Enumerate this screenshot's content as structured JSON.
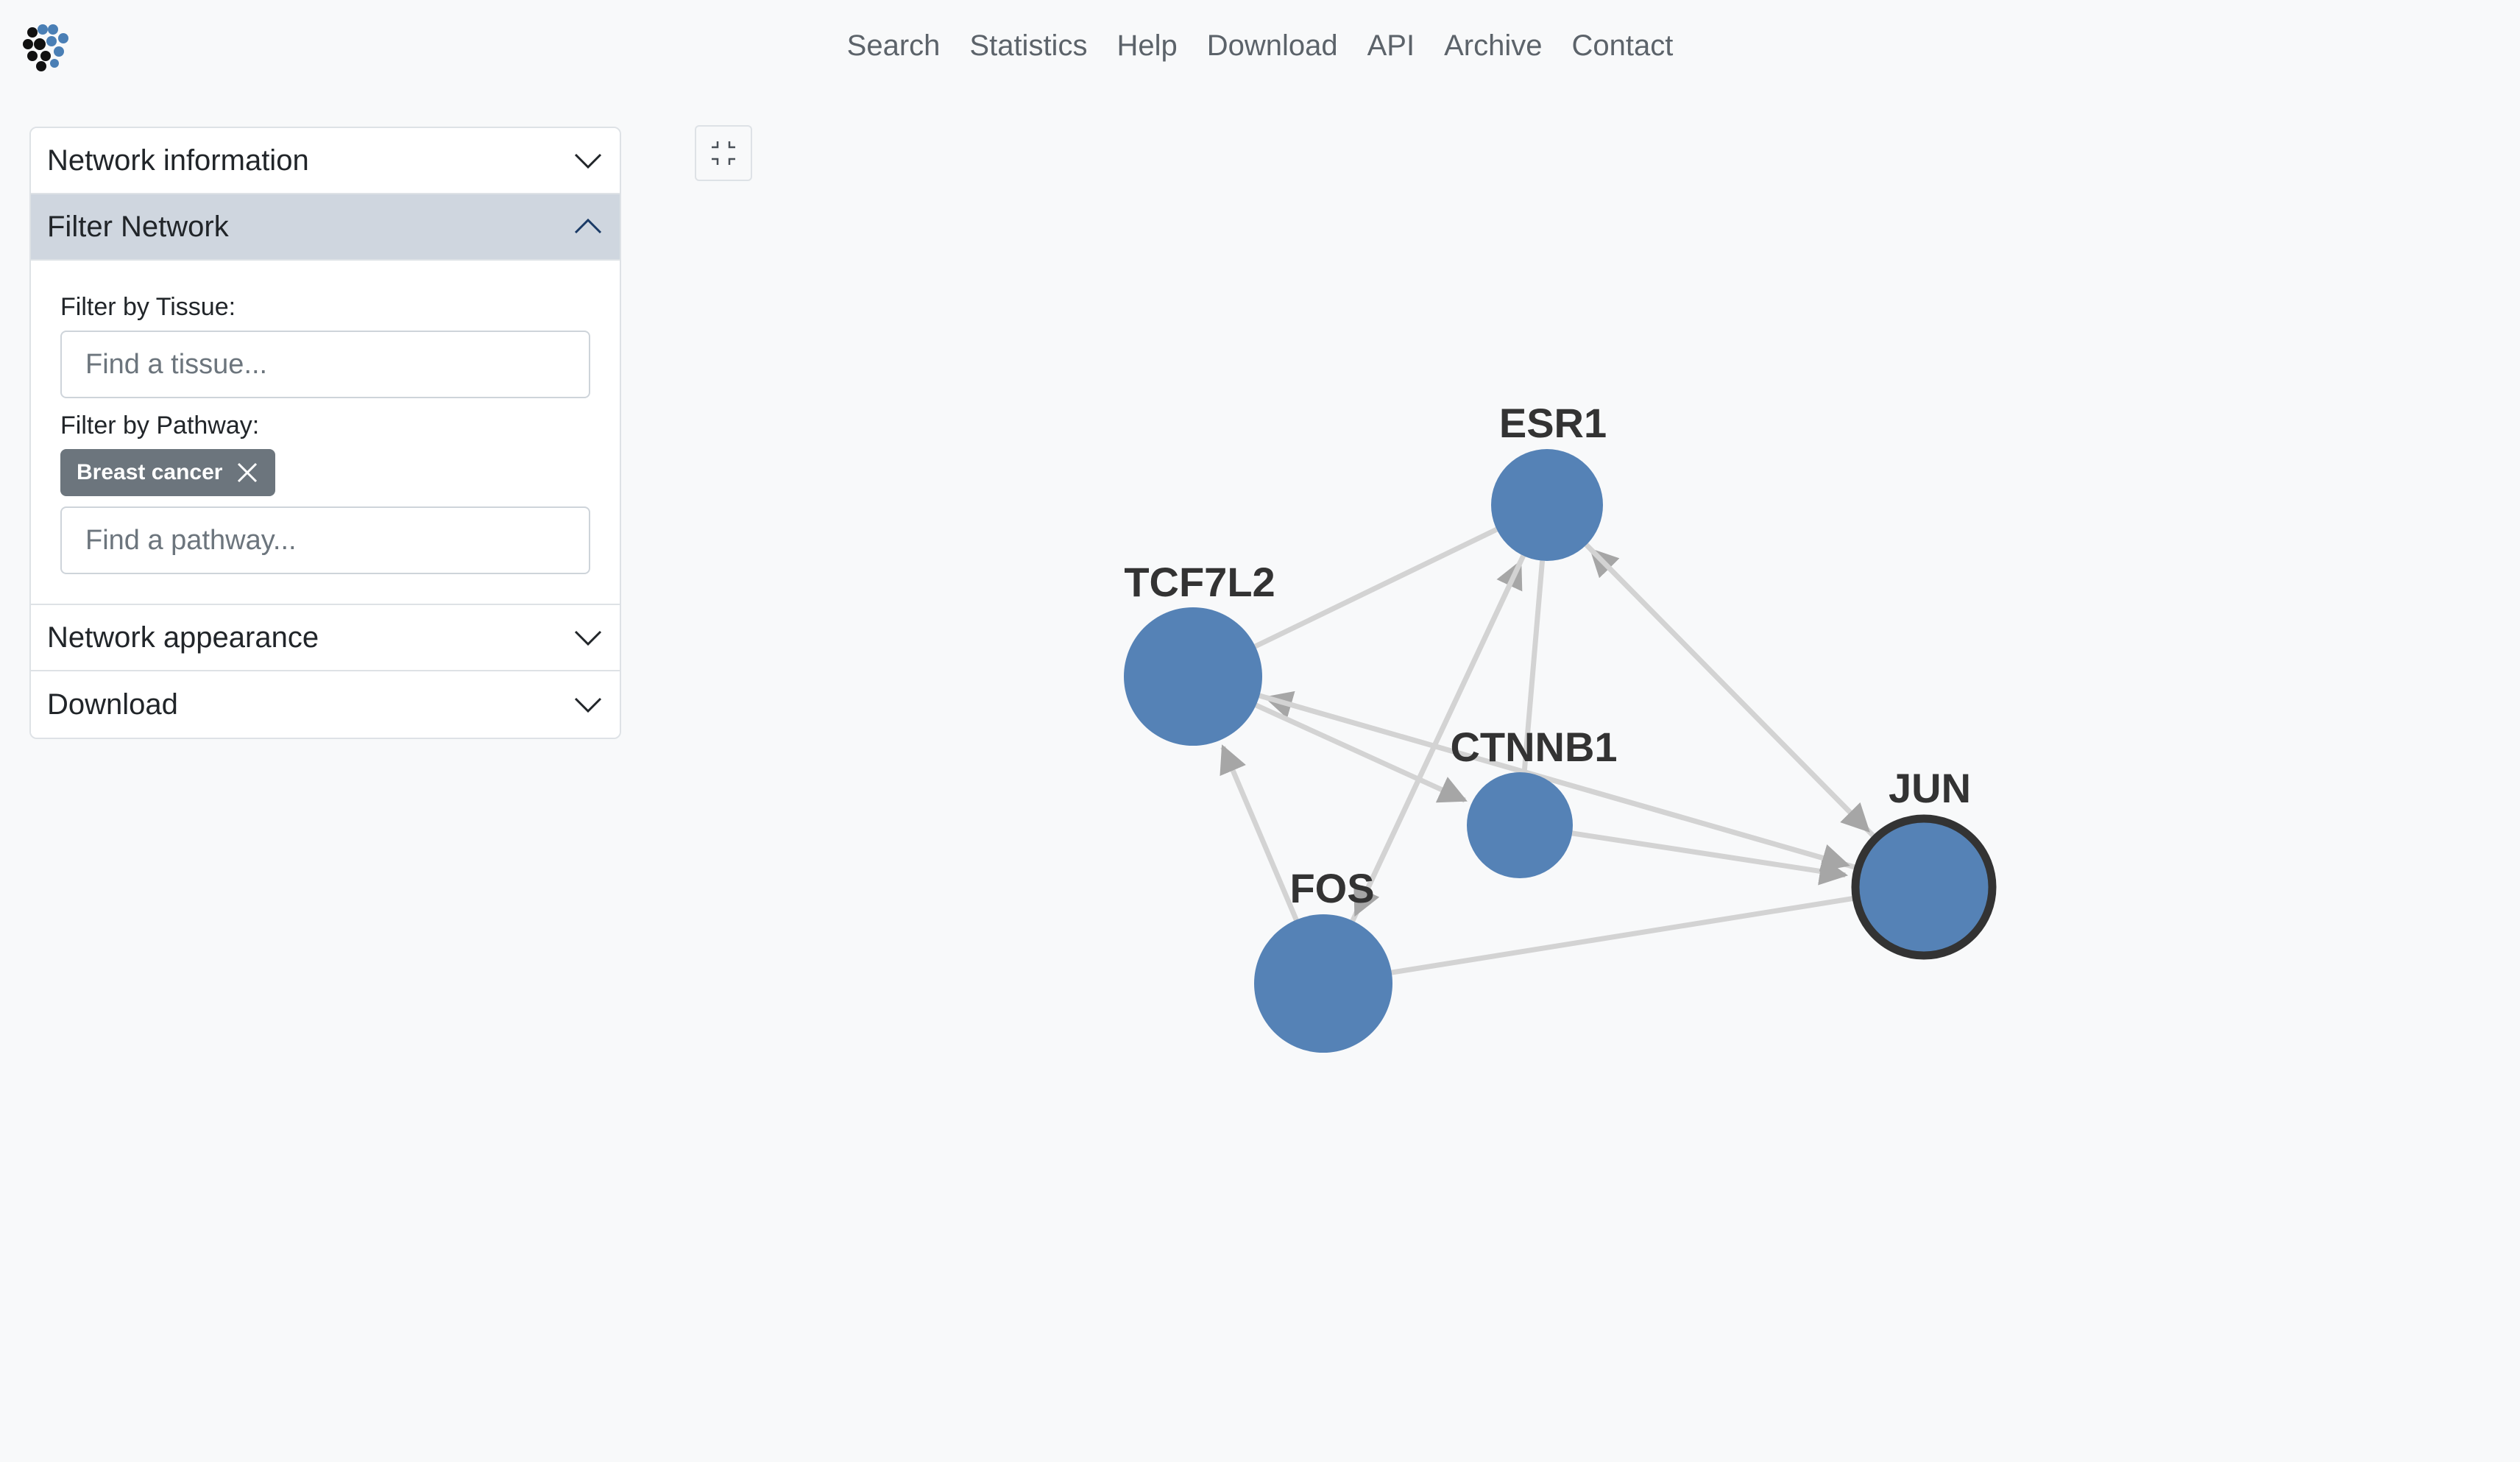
{
  "nav": {
    "items": [
      "Search",
      "Statistics",
      "Help",
      "Download",
      "API",
      "Archive",
      "Contact"
    ]
  },
  "sidebar": {
    "network_information": "Network information",
    "filter_network": "Filter Network",
    "tissue_label": "Filter by Tissue:",
    "tissue_placeholder": "Find a tissue...",
    "pathway_label": "Filter by Pathway:",
    "pathway_tag": "Breast cancer",
    "pathway_placeholder": "Find a pathway...",
    "network_appearance": "Network appearance",
    "download": "Download"
  },
  "colors": {
    "node_fill": "#5582b6",
    "edge": "#d3d3d3",
    "arrow": "#a6a6a6",
    "selected_border": "#333333"
  },
  "network": {
    "nodes": [
      {
        "id": "ESR1",
        "label": "ESR1"
      },
      {
        "id": "TCF7L2",
        "label": "TCF7L2"
      },
      {
        "id": "CTNNB1",
        "label": "CTNNB1"
      },
      {
        "id": "JUN",
        "label": "JUN",
        "selected": true
      },
      {
        "id": "FOS",
        "label": "FOS"
      }
    ],
    "edges": [
      {
        "source": "TCF7L2",
        "target": "ESR1",
        "directed": false
      },
      {
        "source": "CTNNB1",
        "target": "ESR1",
        "directed": false
      },
      {
        "source": "FOS",
        "target": "ESR1",
        "directed": true
      },
      {
        "source": "JUN",
        "target": "ESR1",
        "directed": true
      },
      {
        "source": "ESR1",
        "target": "JUN",
        "directed": true
      },
      {
        "source": "JUN",
        "target": "TCF7L2",
        "directed": true
      },
      {
        "source": "TCF7L2",
        "target": "CTNNB1",
        "directed": true
      },
      {
        "source": "FOS",
        "target": "TCF7L2",
        "directed": true
      },
      {
        "source": "CTNNB1",
        "target": "JUN",
        "directed": true
      },
      {
        "source": "TCF7L2",
        "target": "JUN",
        "directed": true
      },
      {
        "source": "FOS",
        "target": "JUN",
        "directed": false
      },
      {
        "source": "ESR1",
        "target": "FOS",
        "directed": true
      }
    ]
  }
}
